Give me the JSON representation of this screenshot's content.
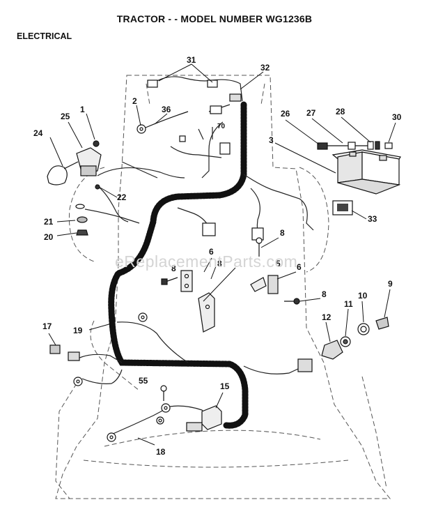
{
  "header": {
    "title": "TRACTOR - - MODEL NUMBER WG1236B",
    "section": "ELECTRICAL"
  },
  "watermark": "eReplacementParts.com",
  "callouts": [
    "31",
    "32",
    "1",
    "2",
    "36",
    "25",
    "24",
    "70",
    "26",
    "27",
    "28",
    "30",
    "3",
    "22",
    "21",
    "20",
    "33",
    "8",
    "6",
    "5",
    "8",
    "6",
    "8",
    "8",
    "9",
    "10",
    "11",
    "12",
    "17",
    "19",
    "55",
    "15",
    "18"
  ],
  "colors": {
    "ink": "#111111",
    "outline": "#444444",
    "watermark": "#d4d4d4"
  }
}
